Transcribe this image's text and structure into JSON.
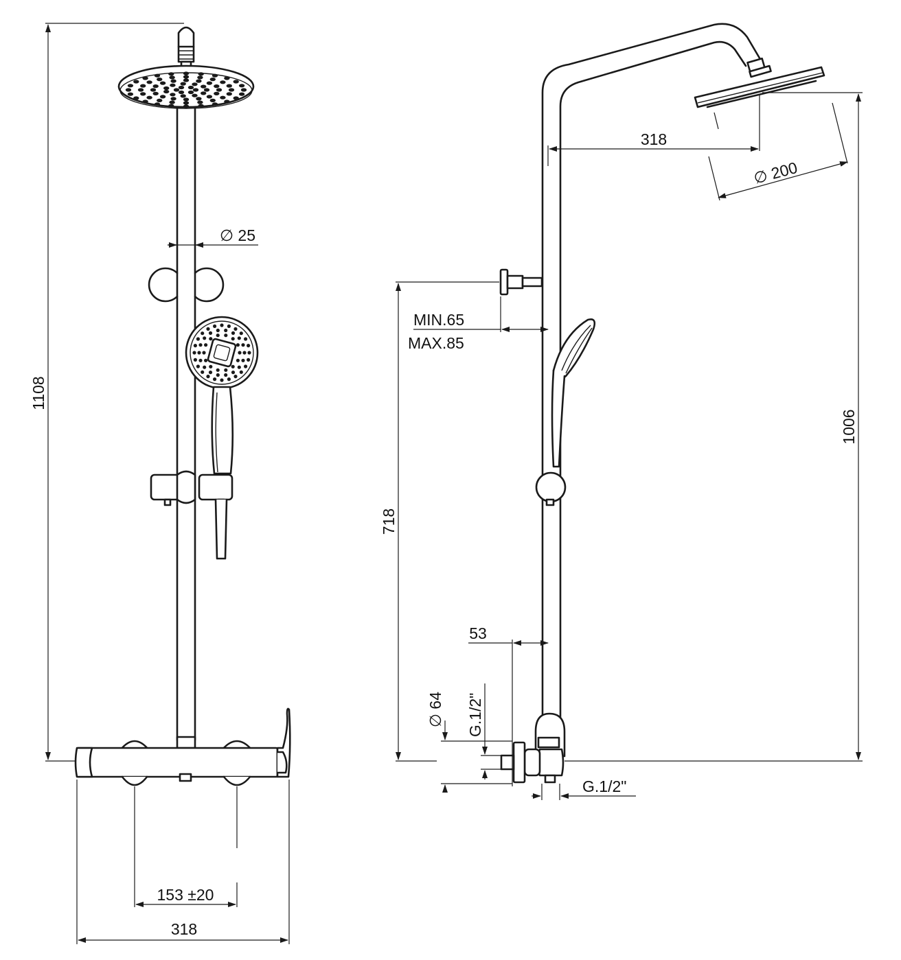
{
  "dimensions": {
    "total_height": "1108",
    "rail_diameter": "∅ 25",
    "mixer_centers": "153 ±20",
    "mixer_width": "318",
    "arm_reach": "318",
    "head_diameter": "∅ 200",
    "bracket_offset_min": "MIN.65",
    "bracket_offset_max": "MAX.85",
    "bracket_height": "718",
    "head_height": "1006",
    "elbow_offset": "53",
    "elbow_diameter": "∅ 64",
    "elbow_thread": "G.1/2\"",
    "outlet_thread": "G.1/2\""
  },
  "colors": {
    "line": "#1a1a1a",
    "background": "#ffffff"
  }
}
